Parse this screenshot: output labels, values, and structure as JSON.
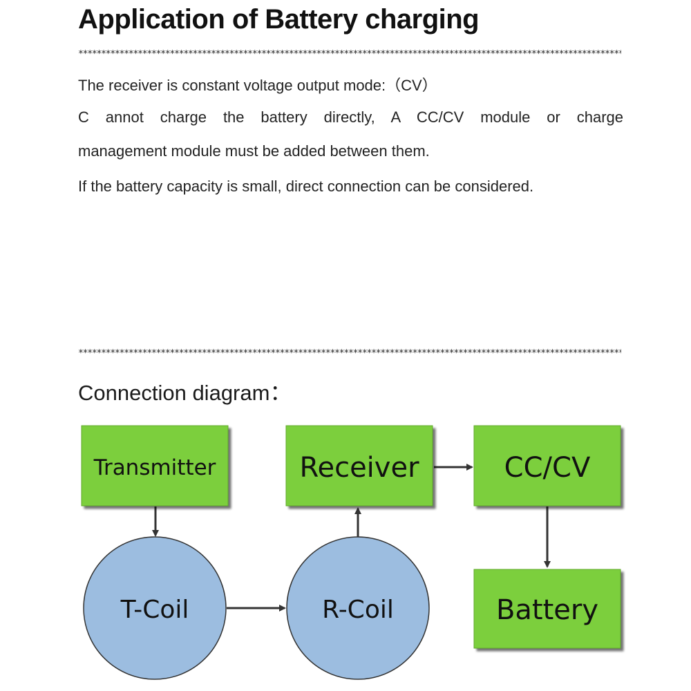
{
  "header": {
    "title": "Application of Battery charging"
  },
  "separator": "********************************************************************************************************************************",
  "body": {
    "line1": "The receiver is constant voltage output mode:（CV）",
    "line2": "C annot charge the battery directly, A CC/CV module or charge",
    "line3": "management module must be added between them.",
    "line4": "If the battery capacity is small, direct connection can be considered."
  },
  "section": {
    "title": "Connection diagram："
  },
  "diagram": {
    "colors": {
      "box_fill": "#7ccf3c",
      "box_stroke": "#5fa82a",
      "coil_fill": "#9cbde0",
      "coil_stroke": "#333333",
      "arrow": "#333333"
    },
    "nodes": {
      "transmitter": "Transmitter",
      "receiver": "Receiver",
      "cccv": "CC/CV",
      "battery": "Battery",
      "tcoil": "T-Coil",
      "rcoil": "R-Coil"
    },
    "edges": [
      {
        "from": "transmitter",
        "to": "tcoil"
      },
      {
        "from": "tcoil",
        "to": "rcoil"
      },
      {
        "from": "rcoil",
        "to": "receiver"
      },
      {
        "from": "receiver",
        "to": "cccv"
      },
      {
        "from": "cccv",
        "to": "battery"
      }
    ]
  }
}
